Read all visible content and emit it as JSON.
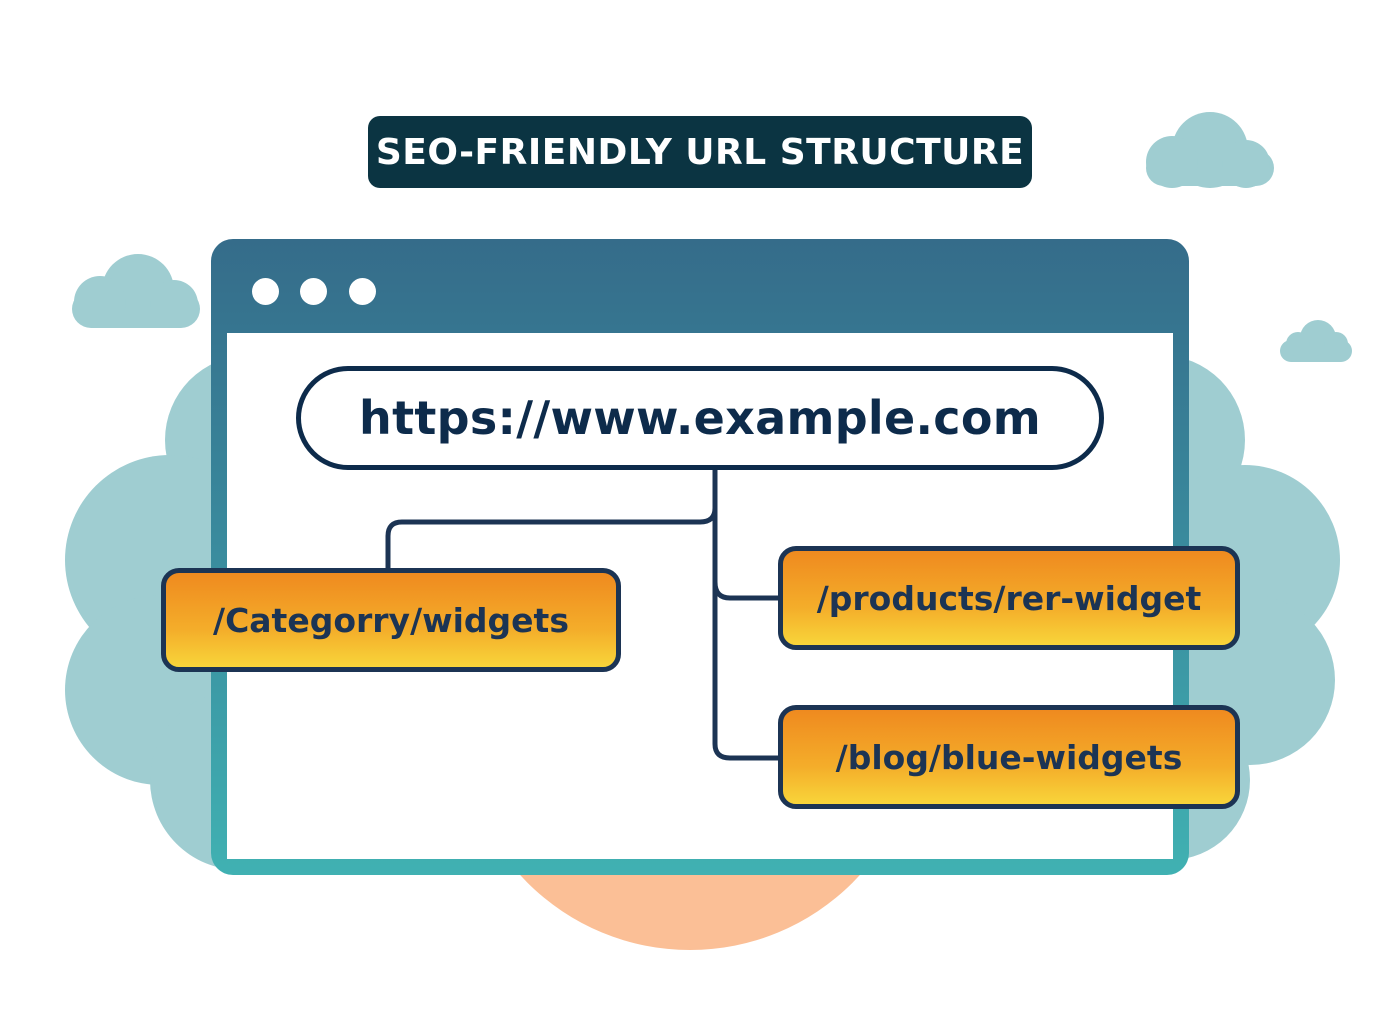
{
  "title": "SEO-FRIENDLY URL STRUCTURE",
  "url": "https://www.example.com",
  "paths": {
    "category": "/Categorry/widgets",
    "products": "/products/rer-widget",
    "blog": "/blog/blue-widgets"
  },
  "colors": {
    "title_bg": "#0b3442",
    "window_frame_top": "#356c8a",
    "window_frame_bottom": "#40b1b2",
    "cloud": "#9fcdd1",
    "sun": "#fbbf96",
    "box_orange": "#ef8a1f",
    "box_yellow": "#f8d53a",
    "outline": "#0d2b4b"
  },
  "icons": [
    "window-dot-icon",
    "cloud-icon",
    "sun-circle-icon"
  ]
}
